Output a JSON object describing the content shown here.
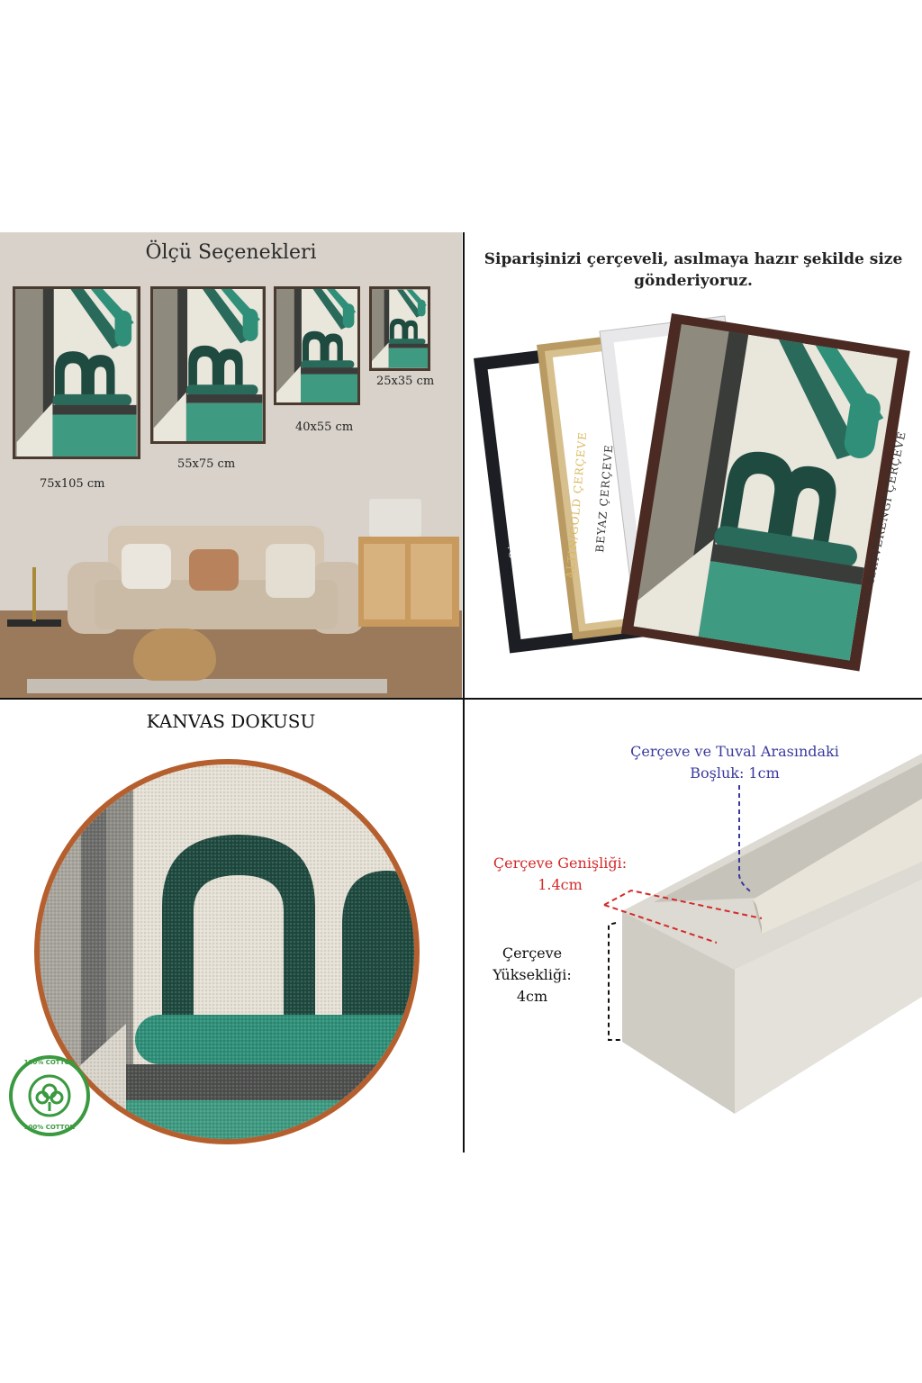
{
  "size_panel": {
    "title": "Ölçü Seçenekleri",
    "sizes": [
      "75x105 cm",
      "55x75 cm",
      "40x55 cm",
      "25x35 cm"
    ]
  },
  "frames_panel": {
    "title_line1": "Siparişinizi çerçeveli, asılmaya hazır şekilde size",
    "title_line2": "gönderiyoruz.",
    "frames": [
      "SİYAH ÇERÇEVE",
      "ALTIN/GOLD ÇERÇEVE",
      "BEYAZ ÇERÇEVE",
      "KOYU KAHVERENGİ ÇERÇEVE"
    ]
  },
  "texture_panel": {
    "title": "KANVAS DOKUSU",
    "badge_text": "100% COTTON"
  },
  "dimensions_panel": {
    "gap_line1": "Çerçeve ve Tuval Arasındaki",
    "gap_line2": "Boşluk: 1cm",
    "width_line1": "Çerçeve Genişliği:",
    "width_line2": "1.4cm",
    "height_line1": "Çerçeve",
    "height_line2": "Yüksekliği:",
    "height_line3": "4cm"
  },
  "colors": {
    "teal": "#2f8f78",
    "dark_green": "#1f4a40",
    "taupe": "#8f8a7e",
    "cream": "#e9e6dc",
    "gap_annotation": "#3a3a9e",
    "width_annotation": "#d42a2a"
  }
}
